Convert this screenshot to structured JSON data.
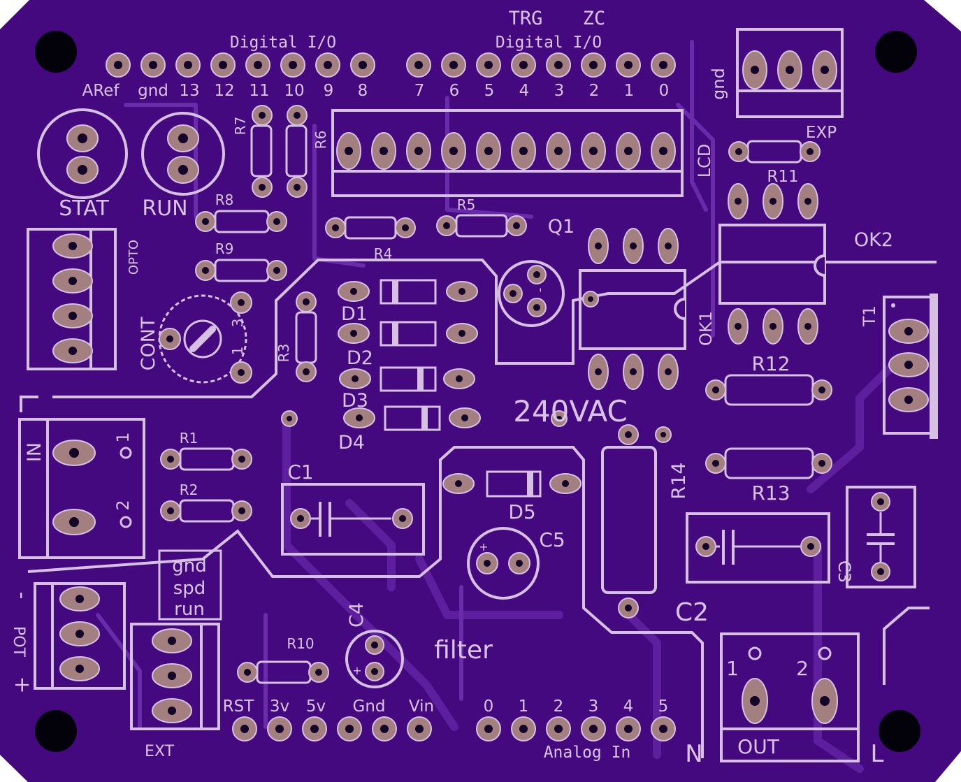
{
  "colors": {
    "board": "#44087f",
    "silkscreen": "#d6c1e3",
    "pad": "#a47f80",
    "mounting_hole": "#030109"
  },
  "labels": {
    "digital_io_left": "Digital I/O",
    "digital_io_right": "Digital I/O",
    "trg": "TRG",
    "zc": "ZC",
    "aref": "ARef",
    "gnd": "gnd",
    "p13": "13",
    "p12": "12",
    "p11": "11",
    "p10": "10",
    "p9": "9",
    "p8": "8",
    "p7": "7",
    "p6": "6",
    "p5": "5",
    "p4": "4",
    "p3": "3",
    "p2": "2",
    "p1": "1",
    "p0": "0",
    "stat": "STAT",
    "run": "RUN",
    "opto": "OPTO",
    "cont": "CONT",
    "pot3": "3",
    "pot1": "1",
    "r1": "R1",
    "r2": "R2",
    "r3": "R3",
    "r4": "R4",
    "r5": "R5",
    "r6": "R6",
    "r7": "R7",
    "r8": "R8",
    "r9": "R9",
    "r10": "R10",
    "r11": "R11",
    "r12": "R12",
    "r13": "R13",
    "r14": "R14",
    "d1": "D1",
    "d2": "D2",
    "d3": "D3",
    "d4": "D4",
    "d5": "D5",
    "c1": "C1",
    "c2": "C2",
    "c3": "C3",
    "c4": "C4",
    "c5": "C5",
    "q1": "Q1",
    "ok1": "OK1",
    "ok2": "OK2",
    "t1": "T1",
    "lcd": "LCD",
    "exp": "EXP",
    "exp_gnd": "gnd",
    "vac": "240VAC",
    "in": "IN",
    "in1": "1",
    "in2": "2",
    "pot": "POT",
    "plus": "+",
    "minus": "-",
    "ext": "EXT",
    "ext_gnd": "gnd",
    "ext_spd": "spd",
    "ext_run": "run",
    "filter": "filter",
    "rst": "RST",
    "v3": "3v",
    "v5": "5v",
    "gnd2": "Gnd",
    "vin": "Vin",
    "a0": "0",
    "a1": "1",
    "a2": "2",
    "a3": "3",
    "a4": "4",
    "a5": "5",
    "analog_in": "Analog In",
    "out": "OUT",
    "out1": "1",
    "out2": "2",
    "n": "N",
    "l": "L"
  }
}
